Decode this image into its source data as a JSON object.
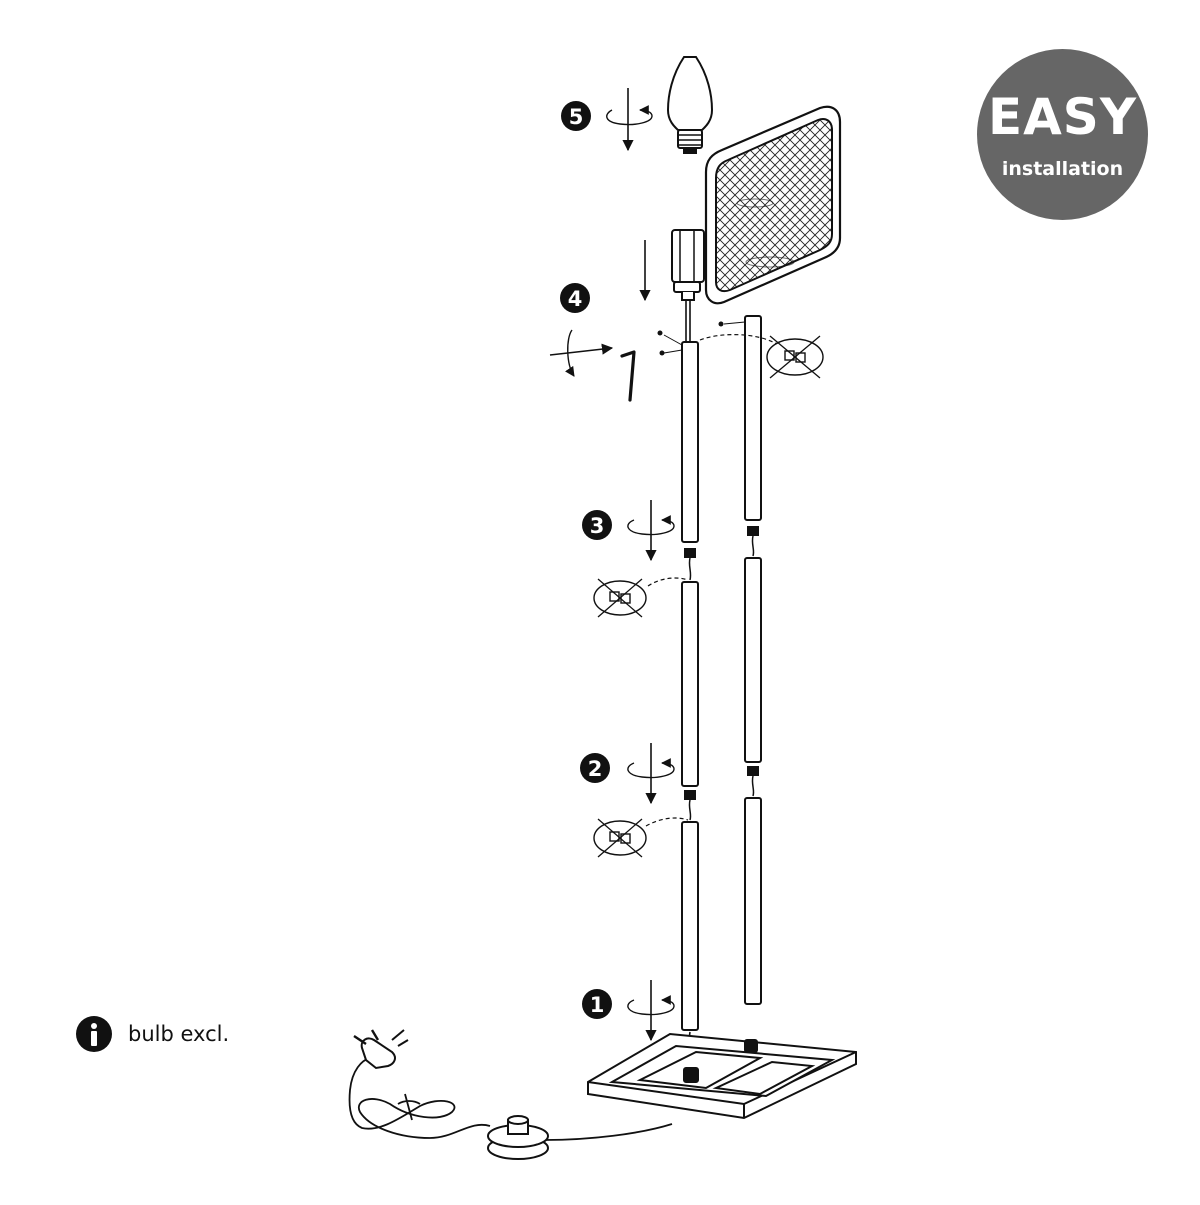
{
  "badge": {
    "title": "EASY",
    "subtitle": "installation",
    "color": "#666666"
  },
  "note": {
    "icon": "info-icon",
    "text": "bulb excl."
  },
  "steps": [
    {
      "number": "1",
      "action": "screw-rotate-down"
    },
    {
      "number": "2",
      "action": "screw-rotate-down"
    },
    {
      "number": "3",
      "action": "screw-rotate-down"
    },
    {
      "number": "4",
      "action": "insert-and-fix-with-allen-key"
    },
    {
      "number": "5",
      "action": "screw-in-bulb"
    }
  ],
  "colors": {
    "line": "#111111",
    "background": "#ffffff"
  }
}
